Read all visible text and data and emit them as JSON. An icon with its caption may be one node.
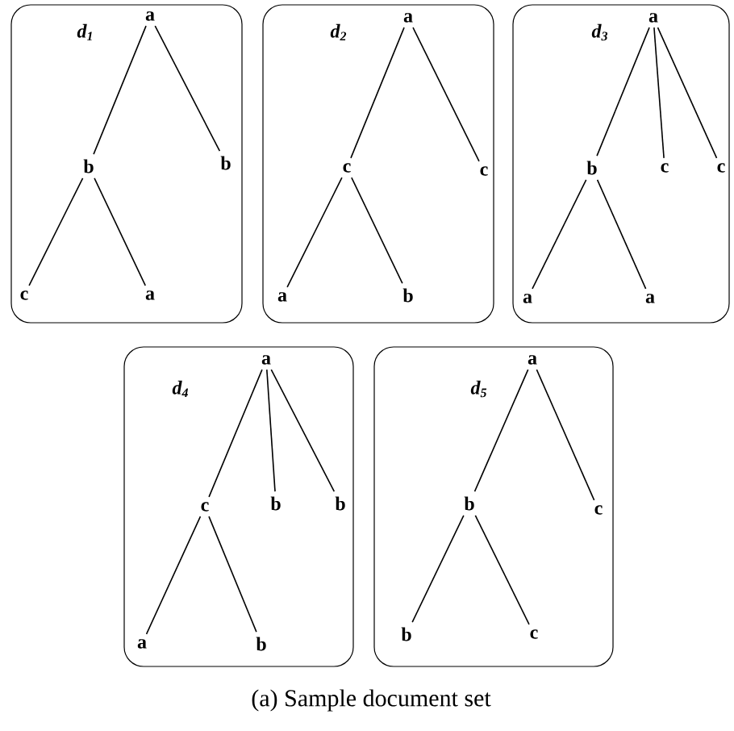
{
  "diagram": {
    "caption": "(a) Sample document set",
    "nodes": [
      {
        "text": [
          "d$_{1}$"
        ]
      },
      {
        "text": [
          "a"
        ],
        "in": 0
      },
      {
        "text": [
          "b"
        ],
        "in": 0
      },
      {
        "text": [
          "b"
        ],
        "in": 0
      },
      {
        "text": [
          "c"
        ],
        "in": 0
      },
      {
        "text": [
          "a"
        ],
        "in": 0
      },
      {
        "text": [
          "d$_{2}$"
        ]
      },
      {
        "text": [
          "a"
        ],
        "in": 6
      },
      {
        "text": [
          "c"
        ],
        "in": 6
      },
      {
        "text": [
          "c"
        ],
        "in": 6
      },
      {
        "text": [
          "a"
        ],
        "in": 6
      },
      {
        "text": [
          "b"
        ],
        "in": 6
      },
      {
        "text": [
          "d$_{3}$"
        ]
      },
      {
        "text": [
          "a"
        ],
        "in": 12
      },
      {
        "text": [
          "b"
        ],
        "in": 12
      },
      {
        "text": [
          "c"
        ],
        "in": 12
      },
      {
        "text": [
          "c"
        ],
        "in": 12
      },
      {
        "text": [
          "a"
        ],
        "in": 12
      },
      {
        "text": [
          "a"
        ],
        "in": 12
      },
      {
        "text": [
          "d$_{4}$"
        ]
      },
      {
        "text": [
          "a"
        ],
        "in": 19
      },
      {
        "text": [
          "c"
        ],
        "in": 19
      },
      {
        "text": [
          "b"
        ],
        "in": 19
      },
      {
        "text": [
          "b"
        ],
        "in": 19
      },
      {
        "text": [
          "a"
        ],
        "in": 19
      },
      {
        "text": [
          "b"
        ],
        "in": 19
      },
      {
        "text": [
          "d$_{5}$"
        ]
      },
      {
        "text": [
          "a"
        ],
        "in": 26
      },
      {
        "text": [
          "b"
        ],
        "in": 26
      },
      {
        "text": [
          "c"
        ],
        "in": 26
      },
      {
        "text": [
          "b"
        ],
        "in": 26
      },
      {
        "text": [
          "c"
        ],
        "in": 26
      }
    ],
    "edges": [
      {
        "from": 1,
        "to": 2,
        "arrow": "none"
      },
      {
        "from": 1,
        "to": 3,
        "arrow": "none"
      },
      {
        "from": 2,
        "to": 4,
        "arrow": "none"
      },
      {
        "from": 2,
        "to": 5,
        "arrow": "none"
      },
      {
        "from": 7,
        "to": 8,
        "arrow": "none"
      },
      {
        "from": 7,
        "to": 9,
        "arrow": "none"
      },
      {
        "from": 8,
        "to": 10,
        "arrow": "none"
      },
      {
        "from": 8,
        "to": 11,
        "arrow": "none"
      },
      {
        "from": 13,
        "to": 14,
        "arrow": "none"
      },
      {
        "from": 13,
        "to": 15,
        "arrow": "none"
      },
      {
        "from": 13,
        "to": 16,
        "arrow": "none"
      },
      {
        "from": 14,
        "to": 17,
        "arrow": "none"
      },
      {
        "from": 14,
        "to": 18,
        "arrow": "none"
      },
      {
        "from": 20,
        "to": 21,
        "arrow": "none"
      },
      {
        "from": 20,
        "to": 22,
        "arrow": "none"
      },
      {
        "from": 20,
        "to": 23,
        "arrow": "none"
      },
      {
        "from": 21,
        "to": 24,
        "arrow": "none"
      },
      {
        "from": 21,
        "to": 25,
        "arrow": "none"
      },
      {
        "from": 27,
        "to": 28,
        "arrow": "none"
      },
      {
        "from": 27,
        "to": 29,
        "arrow": "none"
      },
      {
        "from": 28,
        "to": 30,
        "arrow": "none"
      },
      {
        "from": 28,
        "to": 31,
        "arrow": "none"
      }
    ]
  }
}
